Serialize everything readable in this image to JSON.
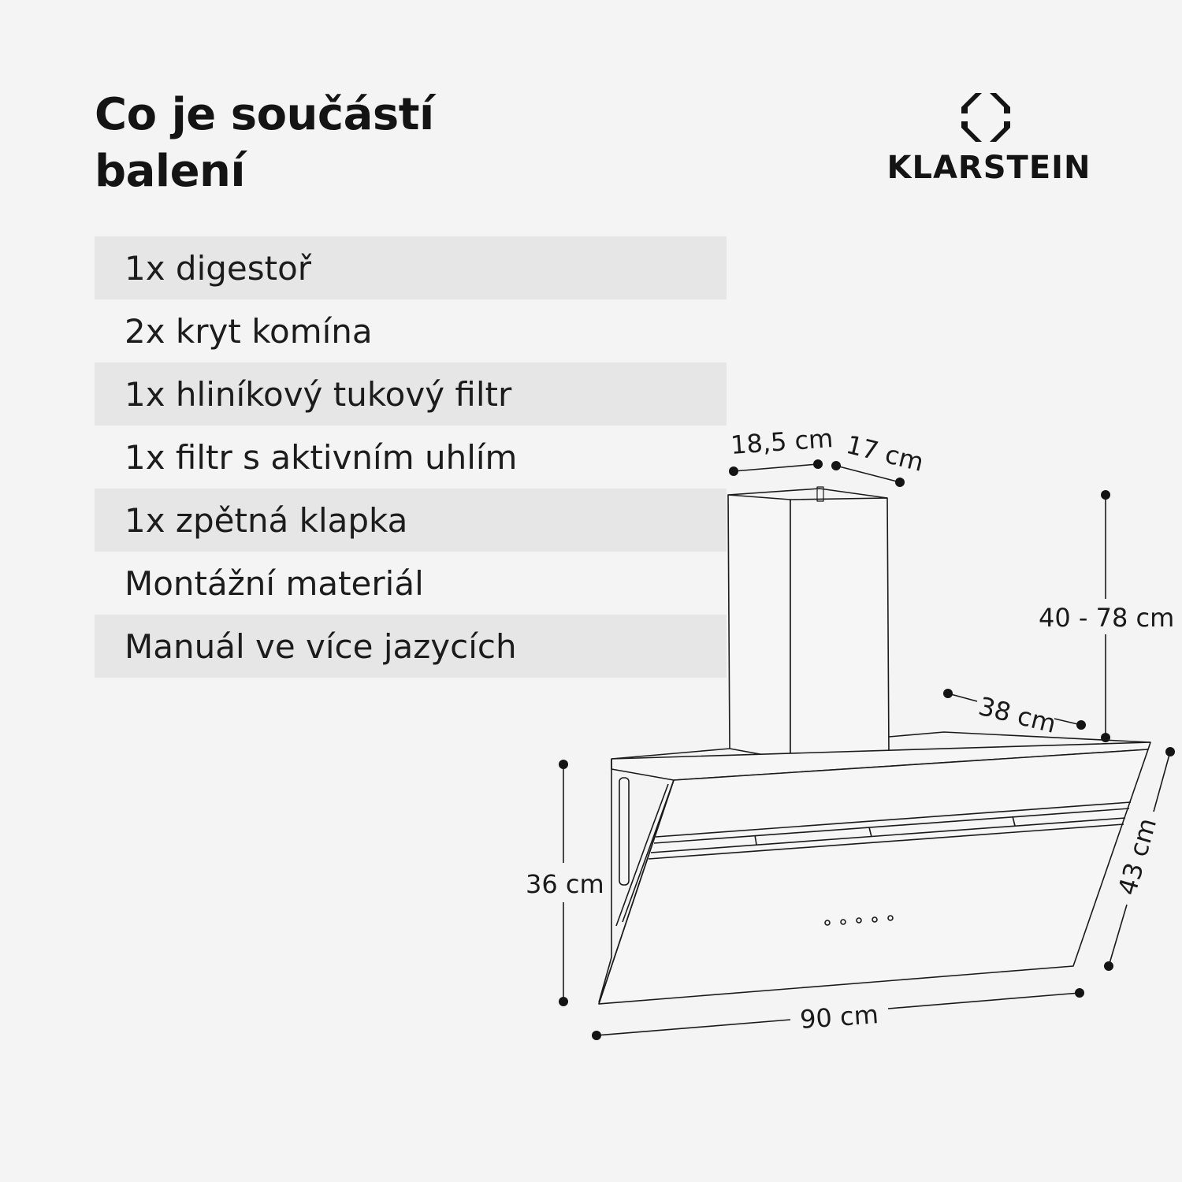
{
  "title": {
    "line1": "Co je součástí",
    "line2": "balení"
  },
  "brand": {
    "name": "KLARSTEIN",
    "logo_icon": "klarstein-diamond-logo-icon"
  },
  "package_contents": [
    "1x digestoř",
    "2x kryt komína",
    "1x hliníkový tukový filtr",
    "1x filtr s aktivním uhlím",
    "1x zpětná klapka",
    "Montážní materiál",
    "Manuál ve více jazycích"
  ],
  "dimensions": {
    "chimney_width": "18,5 cm",
    "chimney_depth": "17 cm",
    "chimney_height": "40 - 78 cm",
    "hood_depth": "38 cm",
    "hood_height": "36 cm",
    "hood_width": "90 cm",
    "glass_height": "43 cm"
  },
  "colors": {
    "background": "#f4f4f4",
    "row_stripe": "#e6e6e6",
    "ink": "#1a1a1a"
  }
}
